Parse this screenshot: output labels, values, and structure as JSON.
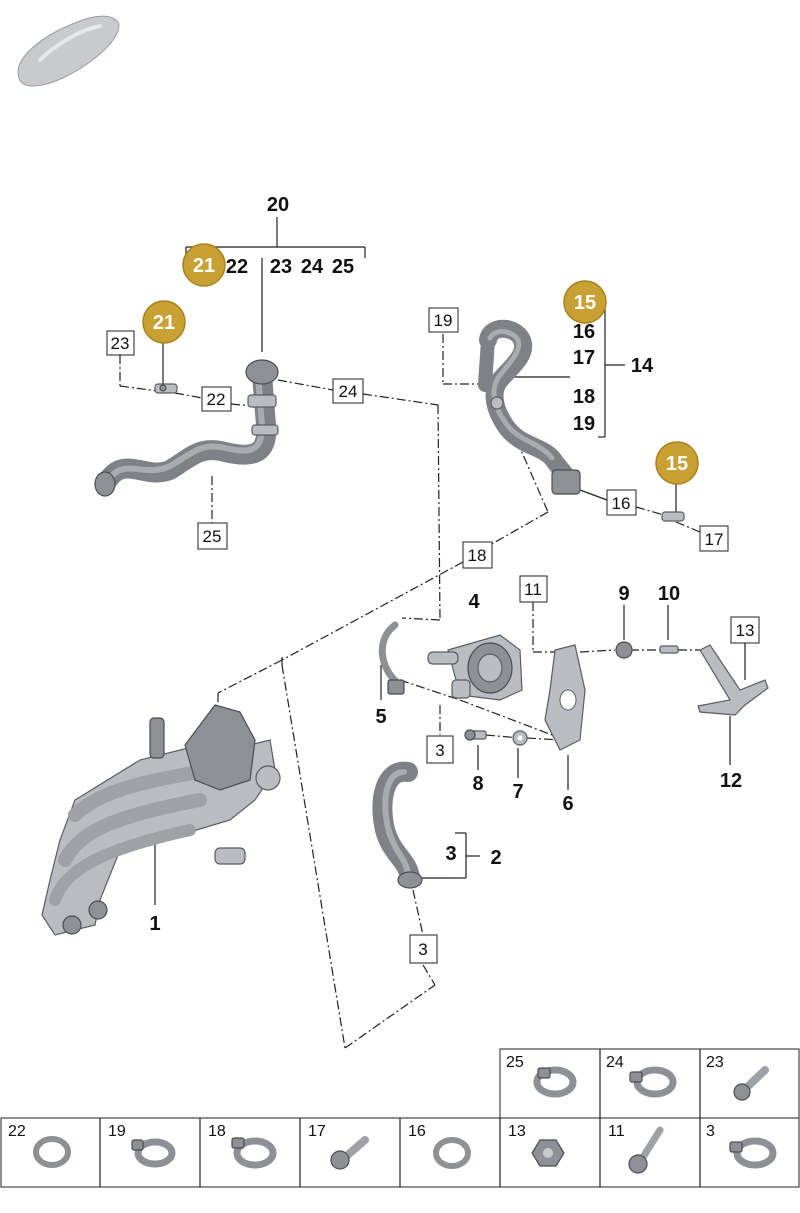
{
  "colors": {
    "badge": "#c9a033",
    "badge_stroke": "#a8831d",
    "line": "#222222",
    "part": "#b9bcc0"
  },
  "icons": {
    "car_thumbnail": "car-silhouette-icon"
  },
  "callouts": {
    "n1": "1",
    "n2": "2",
    "n3": "3",
    "n4": "4",
    "n5": "5",
    "n6": "6",
    "n7": "7",
    "n8": "8",
    "n9": "9",
    "n10": "10",
    "n12": "12",
    "n14": "14",
    "n16": "16",
    "n17": "17",
    "n18": "18",
    "n19": "19",
    "n20": "20",
    "n22": "22",
    "n23": "23",
    "n24": "24",
    "n25": "25"
  },
  "badges": {
    "b15": "15",
    "b21": "21"
  },
  "boxes": {
    "b3": "3",
    "b11": "11",
    "b13": "13",
    "b16": "16",
    "b17": "17",
    "b18": "18",
    "b19": "19",
    "b22": "22",
    "b23": "23",
    "b24": "24",
    "b25": "25"
  },
  "table": {
    "top_row": [
      "25",
      "24",
      "23"
    ],
    "bottom_row": [
      "22",
      "19",
      "18",
      "17",
      "16",
      "13",
      "11",
      "3"
    ]
  }
}
